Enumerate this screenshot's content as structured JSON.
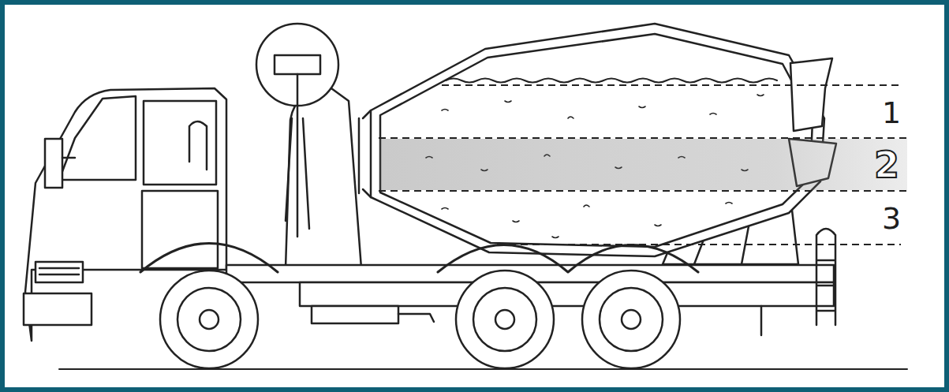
{
  "diagram": {
    "nodes": [
      {
        "text": [
          "2"
        ]
      }
    ],
    "labels": [
      "1",
      "3"
    ]
  }
}
